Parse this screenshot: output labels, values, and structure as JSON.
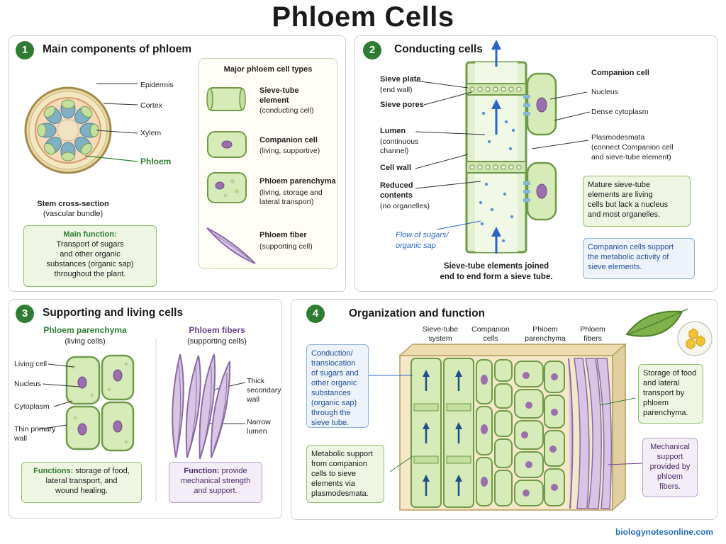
{
  "title": "Phloem Cells",
  "footer": "biologynotesonline.com",
  "panel1": {
    "number": "1",
    "title": "Main components of phloem",
    "labels": {
      "epidermis": "Epidermis",
      "cortex": "Cortex",
      "xylem": "Xylem",
      "phloem": "Phloem"
    },
    "caption_line1": "Stem cross-section",
    "caption_line2": "(vascular bundle)",
    "function_title": "Main function:",
    "function_lines": [
      "Transport of sugars",
      "and other organic",
      "substances (organic sap)",
      "throughout the plant."
    ],
    "types_title": "Major phloem cell types",
    "types": [
      {
        "name": "Sieve-tube",
        "name2": "element",
        "desc": "(conducting cell)"
      },
      {
        "name": "Companion cell",
        "desc": "(living, supportive)"
      },
      {
        "name": "Phloem parenchyma",
        "desc": "(living, storage and",
        "desc2": "lateral transport)"
      },
      {
        "name": "Phloem fiber",
        "desc": "(supporting cell)"
      }
    ]
  },
  "panel2": {
    "number": "2",
    "title": "Conducting cells",
    "sieve_plate": "Sieve plate",
    "sieve_plate_sub": "(end wall)",
    "sieve_pores": "Sieve pores",
    "lumen": "Lumen",
    "lumen_sub1": "(continuous",
    "lumen_sub2": "channel)",
    "cell_wall": "Cell wall",
    "reduced": "Reduced",
    "reduced2": "contents",
    "reduced_sub": "(no organelles)",
    "flow1": "Flow of sugars/",
    "flow2": "organic sap",
    "companion": "Companion cell",
    "nucleus": "Nucleus",
    "dense": "Dense cytoplasm",
    "plasmo": "Plasmodesmata",
    "plasmo_sub1": "(connect Companion cell",
    "plasmo_sub2": "and sieve-tube element)",
    "caption1": "Sieve-tube elements joined",
    "caption2": "end to end form a sieve tube.",
    "mature_lines": [
      "Mature sieve-tube",
      "elements are living",
      "cells but lack a nucleus",
      "and most organelles."
    ],
    "support_lines": [
      "Companion cells support",
      "the metabolic activity of",
      "sieve elements."
    ]
  },
  "panel3": {
    "number": "3",
    "title": "Supporting and living cells",
    "parenchyma_title": "Phloem parenchyma",
    "parenchyma_sub": "(living cells)",
    "living_cell": "Living cell",
    "nucleus": "Nucleus",
    "cytoplasm": "Cytoplasm",
    "thin1": "Thin primary",
    "thin2": "wall",
    "fibers_title": "Phloem fibers",
    "fibers_sub": "(supporting cells)",
    "thick1": "Thick",
    "thick2": "secondary",
    "thick3": "wall",
    "narrow1": "Narrow",
    "narrow2": "lumen",
    "functions_title": "Functions:",
    "functions_lines": [
      "storage of food,",
      "lateral transport, and",
      "wound healing."
    ],
    "function_title": "Function:",
    "function_lines": [
      "provide",
      "mechanical strength",
      "and support."
    ]
  },
  "panel4": {
    "number": "4",
    "title": "Organization and function",
    "col_labels": [
      "Sieve-tube",
      "system",
      "Companion",
      "cells",
      "Phloem",
      "parenchyma",
      "Phloem",
      "fibers"
    ],
    "conduction_lines": [
      "Conduction/",
      "translocation",
      "of sugars and",
      "other organic",
      "substances",
      "(organic sap)",
      "through the",
      "sieve tube."
    ],
    "metabolic_lines": [
      "Metabolic support",
      "from companion",
      "cells to sieve",
      "elements via",
      "plasmodesmata."
    ],
    "storage_lines": [
      "Storage of food",
      "and lateral",
      "transport by",
      "phloem",
      "parenchyma."
    ],
    "mechanical_lines": [
      "Mechanical",
      "support",
      "provided by",
      "phloem",
      "fibers."
    ]
  }
}
